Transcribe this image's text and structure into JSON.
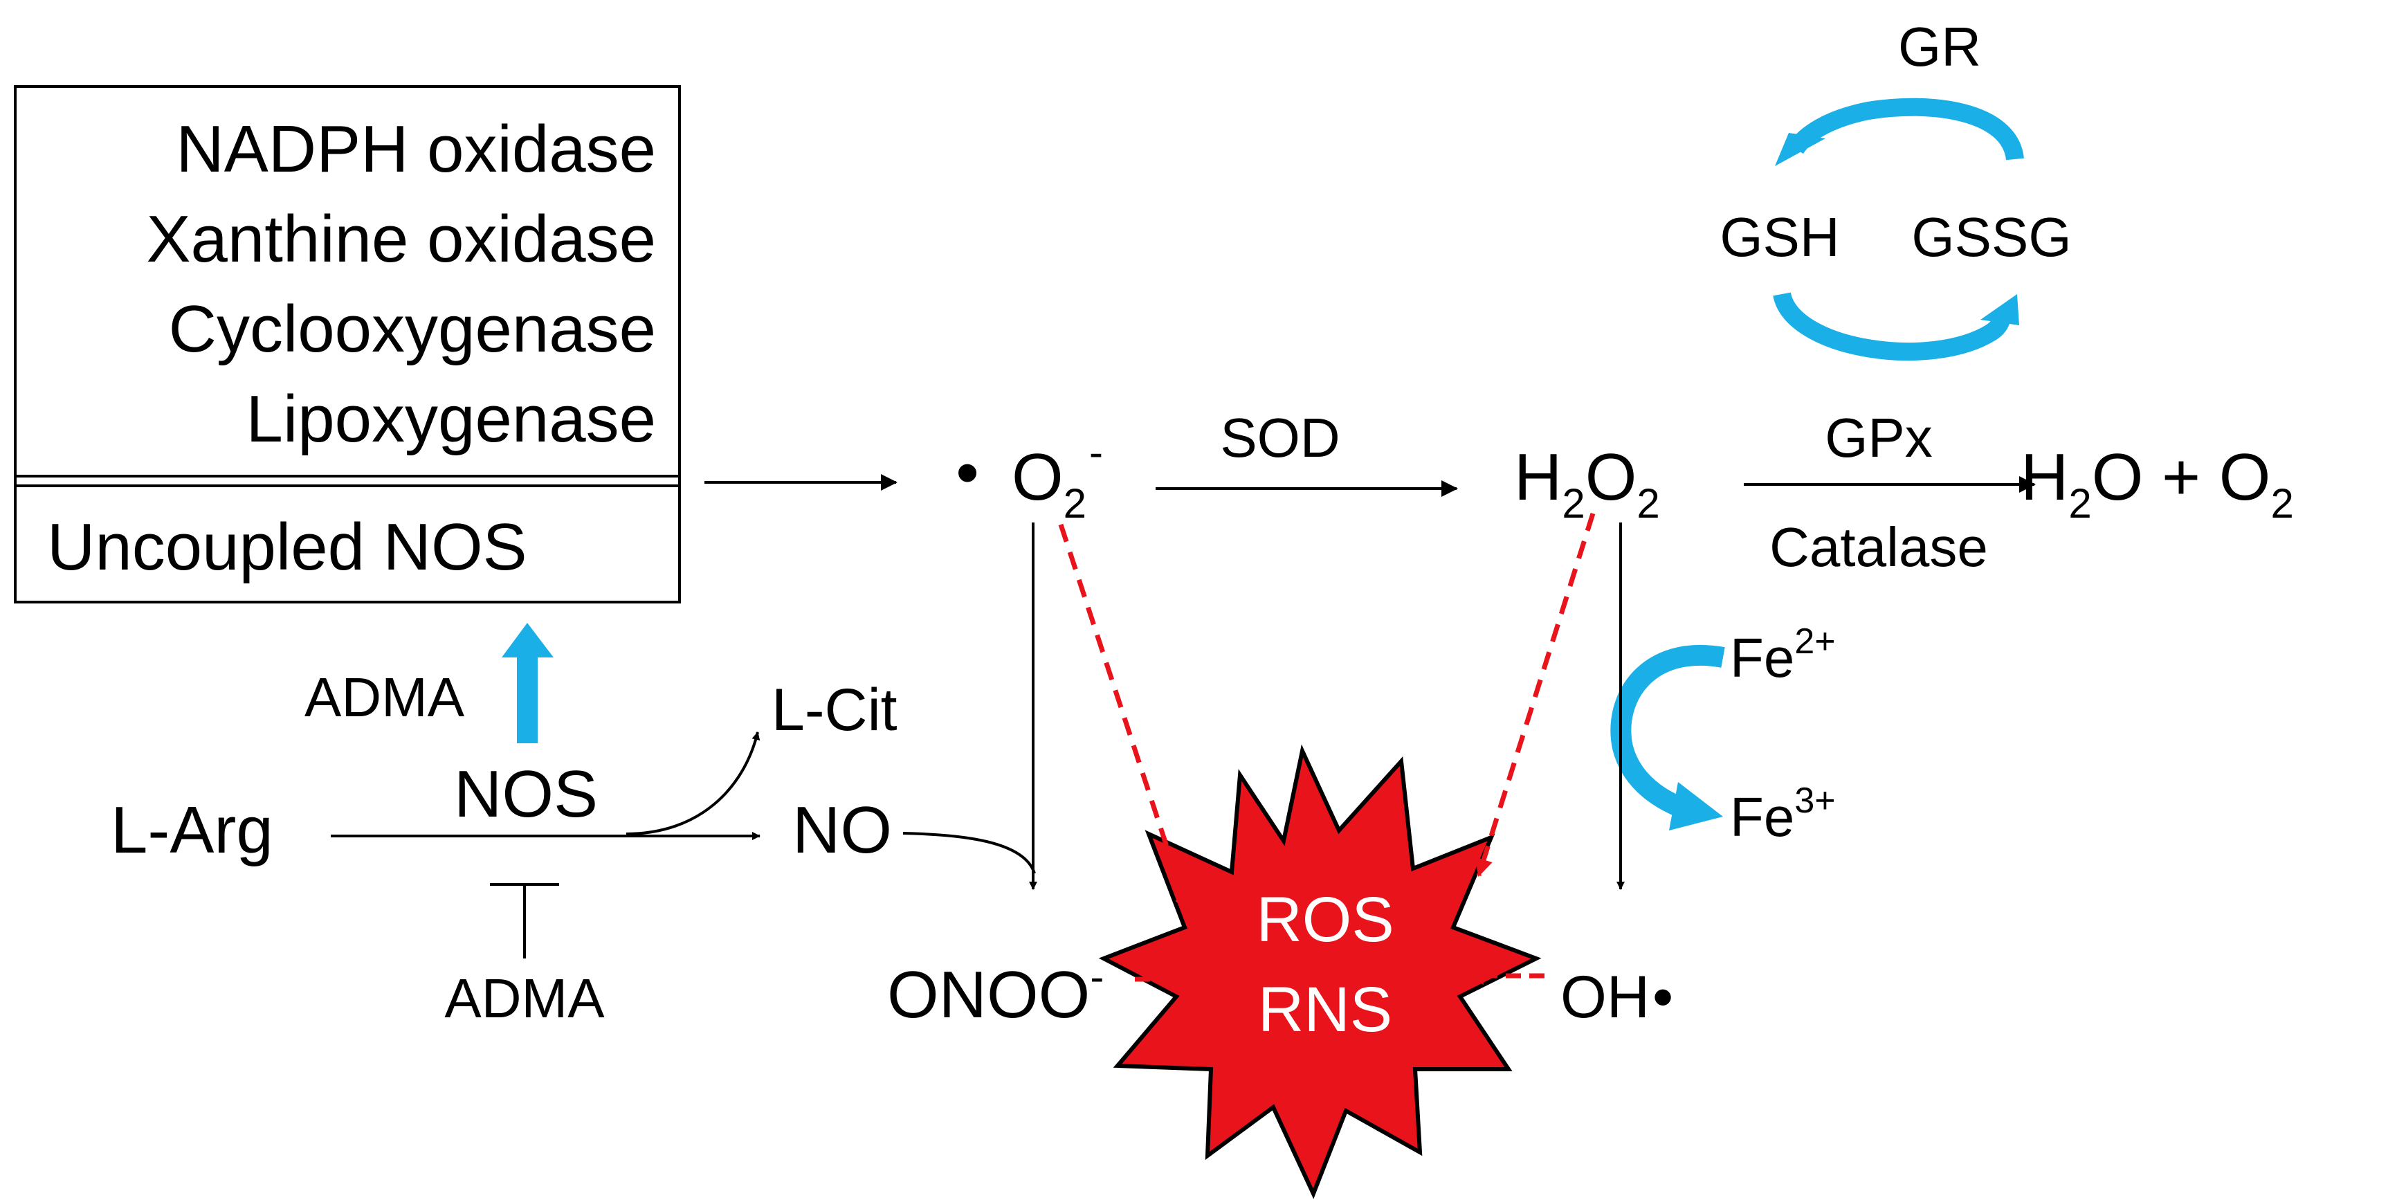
{
  "source_box": {
    "items": [
      "NADPH oxidase",
      "Xanthine oxidase",
      "Cyclooxygenase",
      "Lipoxygenase"
    ],
    "uncoupled": "Uncoupled NOS"
  },
  "species": {
    "superoxide": {
      "bullet": "•",
      "base": "O",
      "sub": "2",
      "sup": "-"
    },
    "h2o2": {
      "a": "H",
      "sub1": "2",
      "b": "O",
      "sub2": "2"
    },
    "products": {
      "a": "H",
      "sub1": "2",
      "b": "O + O",
      "sub2": "2"
    },
    "no": "NO",
    "l_arg": "L-Arg",
    "l_cit": "L-Cit",
    "peroxynitrite": {
      "base": "ONOO",
      "sup": "-"
    },
    "hydroxyl": {
      "base": "OH",
      "bullet": "•"
    },
    "fe2": {
      "base": "Fe",
      "sup": "2+"
    },
    "fe3": {
      "base": "Fe",
      "sup": "3+"
    },
    "gsh": "GSH",
    "gssg": "GSSG"
  },
  "enzymes": {
    "sod": "SOD",
    "gpx": "GPx",
    "catalase": "Catalase",
    "gr": "GR",
    "nos": "NOS"
  },
  "adma": {
    "up": "ADMA",
    "inhibit": "ADMA"
  },
  "burst": {
    "line1": "ROS",
    "line2": "RNS"
  },
  "colors": {
    "blue": "#1AAFE6",
    "red": "#E8131B",
    "black": "#000000",
    "white": "#FFFFFF"
  }
}
